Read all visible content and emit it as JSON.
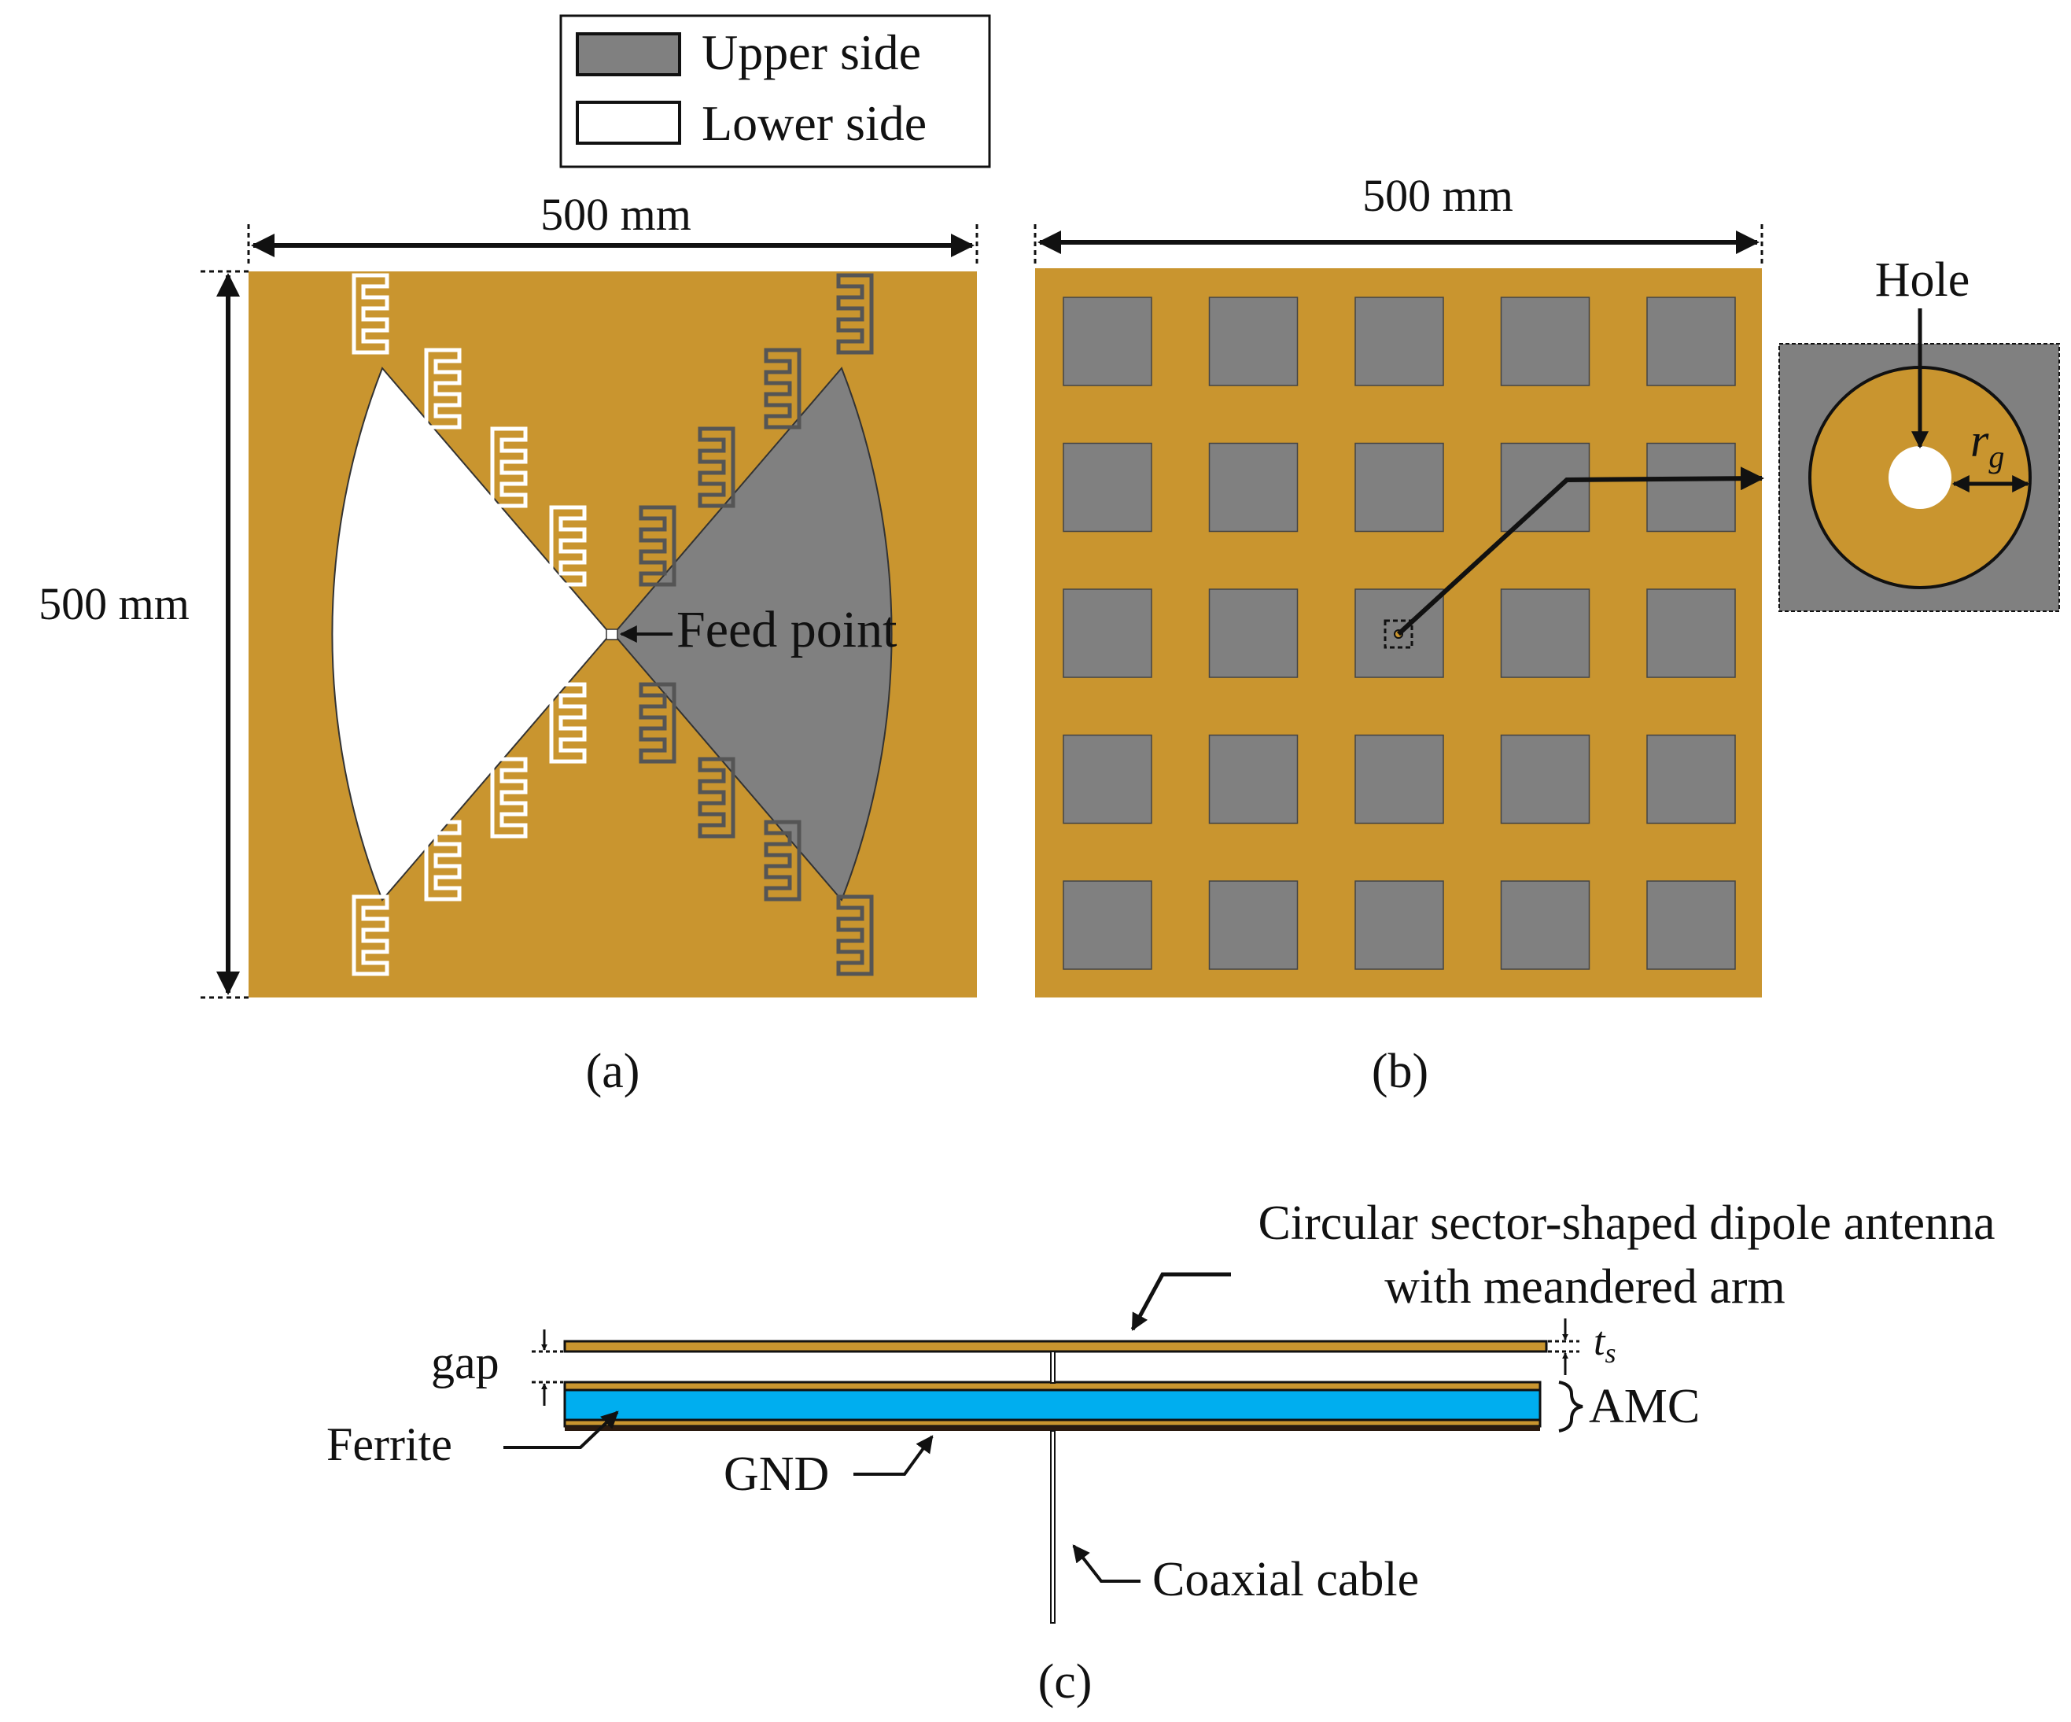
{
  "colors": {
    "substrate": "#c9952f",
    "upper": "#808080",
    "lower": "#ffffff",
    "ferrite": "#00aeef",
    "outline": "#1a1a1a"
  },
  "legend": {
    "upper": "Upper side",
    "lower": "Lower side"
  },
  "panel_a": {
    "width_label": "500 mm",
    "height_label": "500 mm",
    "feed_label": "Feed point",
    "caption": "(a)"
  },
  "panel_b": {
    "width_label": "500 mm",
    "caption": "(b)",
    "grid_rows": 5,
    "grid_cols": 5,
    "hole_label": "Hole",
    "rg_label": "r",
    "rg_sub": "g"
  },
  "panel_c": {
    "title_line1": "Circular sector-shaped dipole antenna",
    "title_line2": "with meandered arm",
    "gap_label": "gap",
    "ts_label": "t",
    "ts_sub": "s",
    "amc_label": "AMC",
    "ferrite_label": "Ferrite",
    "gnd_label": "GND",
    "coax_label": "Coaxial cable",
    "caption": "(c)"
  }
}
